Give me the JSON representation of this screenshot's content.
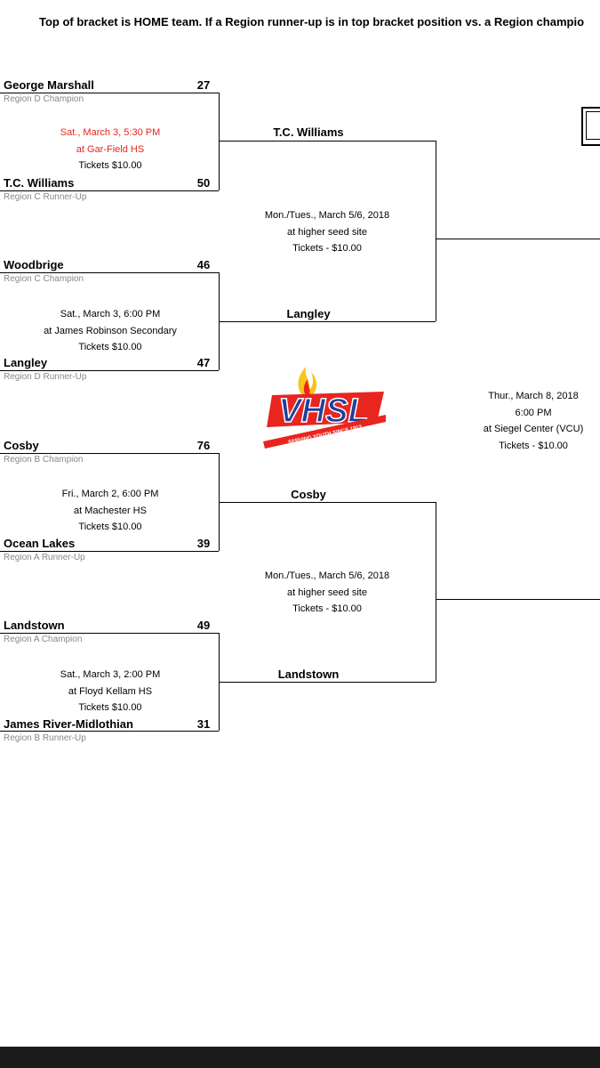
{
  "header": {
    "notice": "Top of bracket is HOME team. If a Region runner-up is in top bracket position vs. a Region champio"
  },
  "games": [
    {
      "top": {
        "team": "George Marshall",
        "score": "27",
        "region": "Region D Champion"
      },
      "bottom": {
        "team": "T.C. Williams",
        "score": "50",
        "region": "Region C Runner-Up"
      },
      "info": [
        "Sat., March 3, 5:30 PM",
        "at Gar-Field HS",
        "Tickets $10.00"
      ],
      "winner": "T.C. Williams"
    },
    {
      "top": {
        "team": "Woodbrige",
        "score": "46",
        "region": "Region C Champion"
      },
      "bottom": {
        "team": "Langley",
        "score": "47",
        "region": "Region D Runner-Up"
      },
      "info": [
        "Sat., March 3, 6:00 PM",
        "at James Robinson Secondary",
        "Tickets $10.00"
      ],
      "winner": "Langley"
    },
    {
      "top": {
        "team": "Cosby",
        "score": "76",
        "region": "Region B Champion"
      },
      "bottom": {
        "team": "Ocean Lakes",
        "score": "39",
        "region": "Region A Runner-Up"
      },
      "info": [
        "Fri., March 2, 6:00 PM",
        "at Machester HS",
        "Tickets $10.00"
      ],
      "winner": "Cosby"
    },
    {
      "top": {
        "team": "Landstown",
        "score": "49",
        "region": "Region A Champion"
      },
      "bottom": {
        "team": "James River-Midlothian",
        "score": "31",
        "region": "Region B Runner-Up"
      },
      "info": [
        "Sat., March 3, 2:00 PM",
        "at Floyd Kellam HS",
        "Tickets $10.00"
      ],
      "winner": "Landstown"
    }
  ],
  "semis": [
    {
      "info": [
        "Mon./Tues., March 5/6, 2018",
        "at higher seed site",
        "Tickets - $10.00"
      ]
    },
    {
      "info": [
        "Mon./Tues., March 5/6, 2018",
        "at higher seed site",
        "Tickets - $10.00"
      ]
    }
  ],
  "final": {
    "info": [
      "Thur., March 8, 2018",
      "6:00 PM",
      "at Siegel Center (VCU)",
      "Tickets - $10.00"
    ]
  },
  "logo": {
    "text": "VHSL",
    "tagline": "SERVING YOUTH SINCE 1913"
  },
  "colors": {
    "red": "#e8251f",
    "blue": "#1f3f99",
    "yellow": "#f5c518"
  }
}
